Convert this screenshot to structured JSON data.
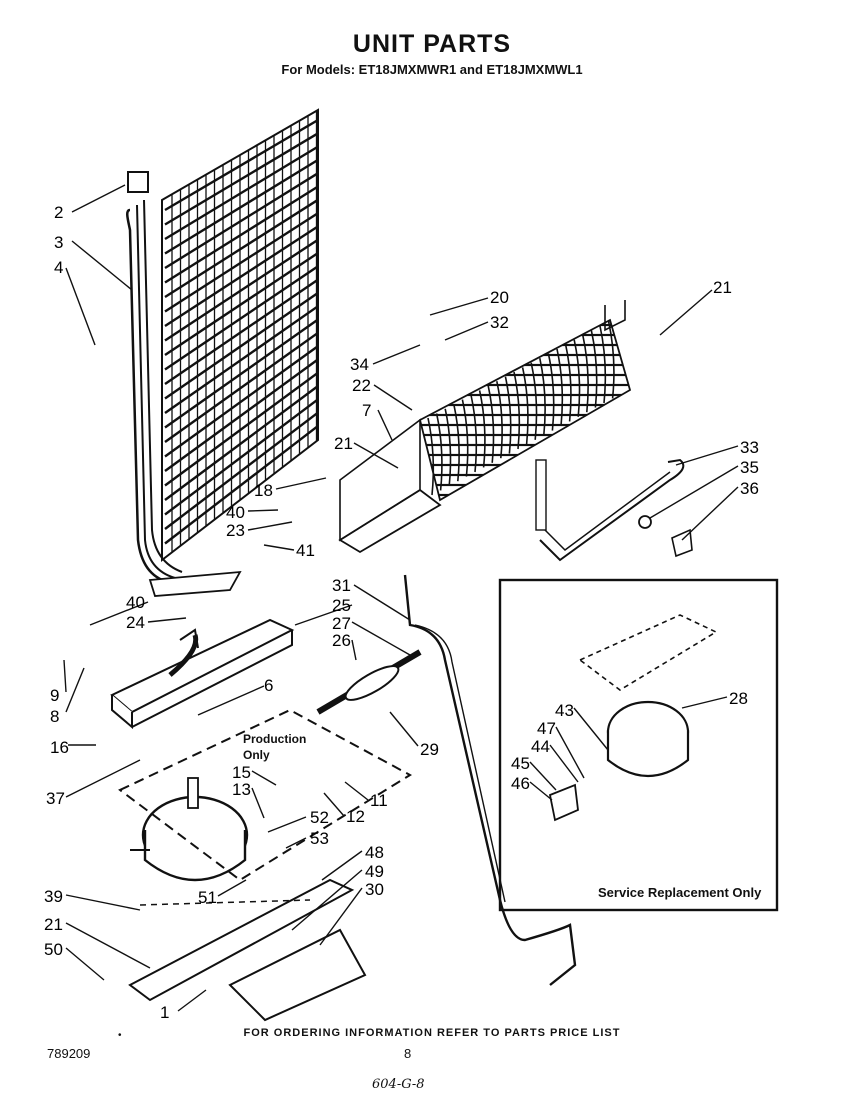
{
  "header": {
    "title": "UNIT PARTS",
    "subtitle": "For Models: ET18JMXMWR1 and ET18JMXMWL1"
  },
  "callouts": {
    "production_only": [
      "Production",
      "Only"
    ],
    "service_replacement": "Service Replacement Only"
  },
  "part_numbers": [
    "1",
    "2",
    "3",
    "4",
    "6",
    "7",
    "8",
    "9",
    "11",
    "12",
    "13",
    "15",
    "16",
    "18",
    "20",
    "21",
    "22",
    "23",
    "24",
    "25",
    "26",
    "27",
    "28",
    "29",
    "30",
    "31",
    "32",
    "33",
    "34",
    "35",
    "36",
    "37",
    "39",
    "40",
    "41",
    "43",
    "44",
    "45",
    "46",
    "47",
    "48",
    "49",
    "50",
    "51",
    "52",
    "53"
  ],
  "labels": [
    {
      "id": "2",
      "text": "2"
    },
    {
      "id": "3",
      "text": "3"
    },
    {
      "id": "4",
      "text": "4"
    },
    {
      "id": "20",
      "text": "20"
    },
    {
      "id": "32",
      "text": "32"
    },
    {
      "id": "21a",
      "text": "21"
    },
    {
      "id": "34",
      "text": "34"
    },
    {
      "id": "22",
      "text": "22"
    },
    {
      "id": "7",
      "text": "7"
    },
    {
      "id": "21b",
      "text": "21"
    },
    {
      "id": "18",
      "text": "18"
    },
    {
      "id": "40a",
      "text": "40"
    },
    {
      "id": "23",
      "text": "23"
    },
    {
      "id": "41",
      "text": "41"
    },
    {
      "id": "33",
      "text": "33"
    },
    {
      "id": "35",
      "text": "35"
    },
    {
      "id": "36",
      "text": "36"
    },
    {
      "id": "40b",
      "text": "40"
    },
    {
      "id": "24",
      "text": "24"
    },
    {
      "id": "31",
      "text": "31"
    },
    {
      "id": "25",
      "text": "25"
    },
    {
      "id": "27",
      "text": "27"
    },
    {
      "id": "26",
      "text": "26"
    },
    {
      "id": "9",
      "text": "9"
    },
    {
      "id": "8",
      "text": "8"
    },
    {
      "id": "6",
      "text": "6"
    },
    {
      "id": "16",
      "text": "16"
    },
    {
      "id": "29",
      "text": "29"
    },
    {
      "id": "37",
      "text": "37"
    },
    {
      "id": "15",
      "text": "15"
    },
    {
      "id": "13",
      "text": "13"
    },
    {
      "id": "12",
      "text": "12"
    },
    {
      "id": "11",
      "text": "11"
    },
    {
      "id": "52",
      "text": "52"
    },
    {
      "id": "53",
      "text": "53"
    },
    {
      "id": "48",
      "text": "48"
    },
    {
      "id": "49",
      "text": "49"
    },
    {
      "id": "30",
      "text": "30"
    },
    {
      "id": "39",
      "text": "39"
    },
    {
      "id": "51",
      "text": "51"
    },
    {
      "id": "21c",
      "text": "21"
    },
    {
      "id": "50",
      "text": "50"
    },
    {
      "id": "1",
      "text": "1"
    },
    {
      "id": "28",
      "text": "28"
    },
    {
      "id": "43",
      "text": "43"
    },
    {
      "id": "47",
      "text": "47"
    },
    {
      "id": "44",
      "text": "44"
    },
    {
      "id": "45",
      "text": "45"
    },
    {
      "id": "46",
      "text": "46"
    }
  ],
  "footer": {
    "ordering_note": "FOR ORDERING INFORMATION REFER TO PARTS PRICE LIST",
    "bullet": "•",
    "doc_number": "789209",
    "page_number": "8",
    "handwritten_note": "604-G-8"
  }
}
